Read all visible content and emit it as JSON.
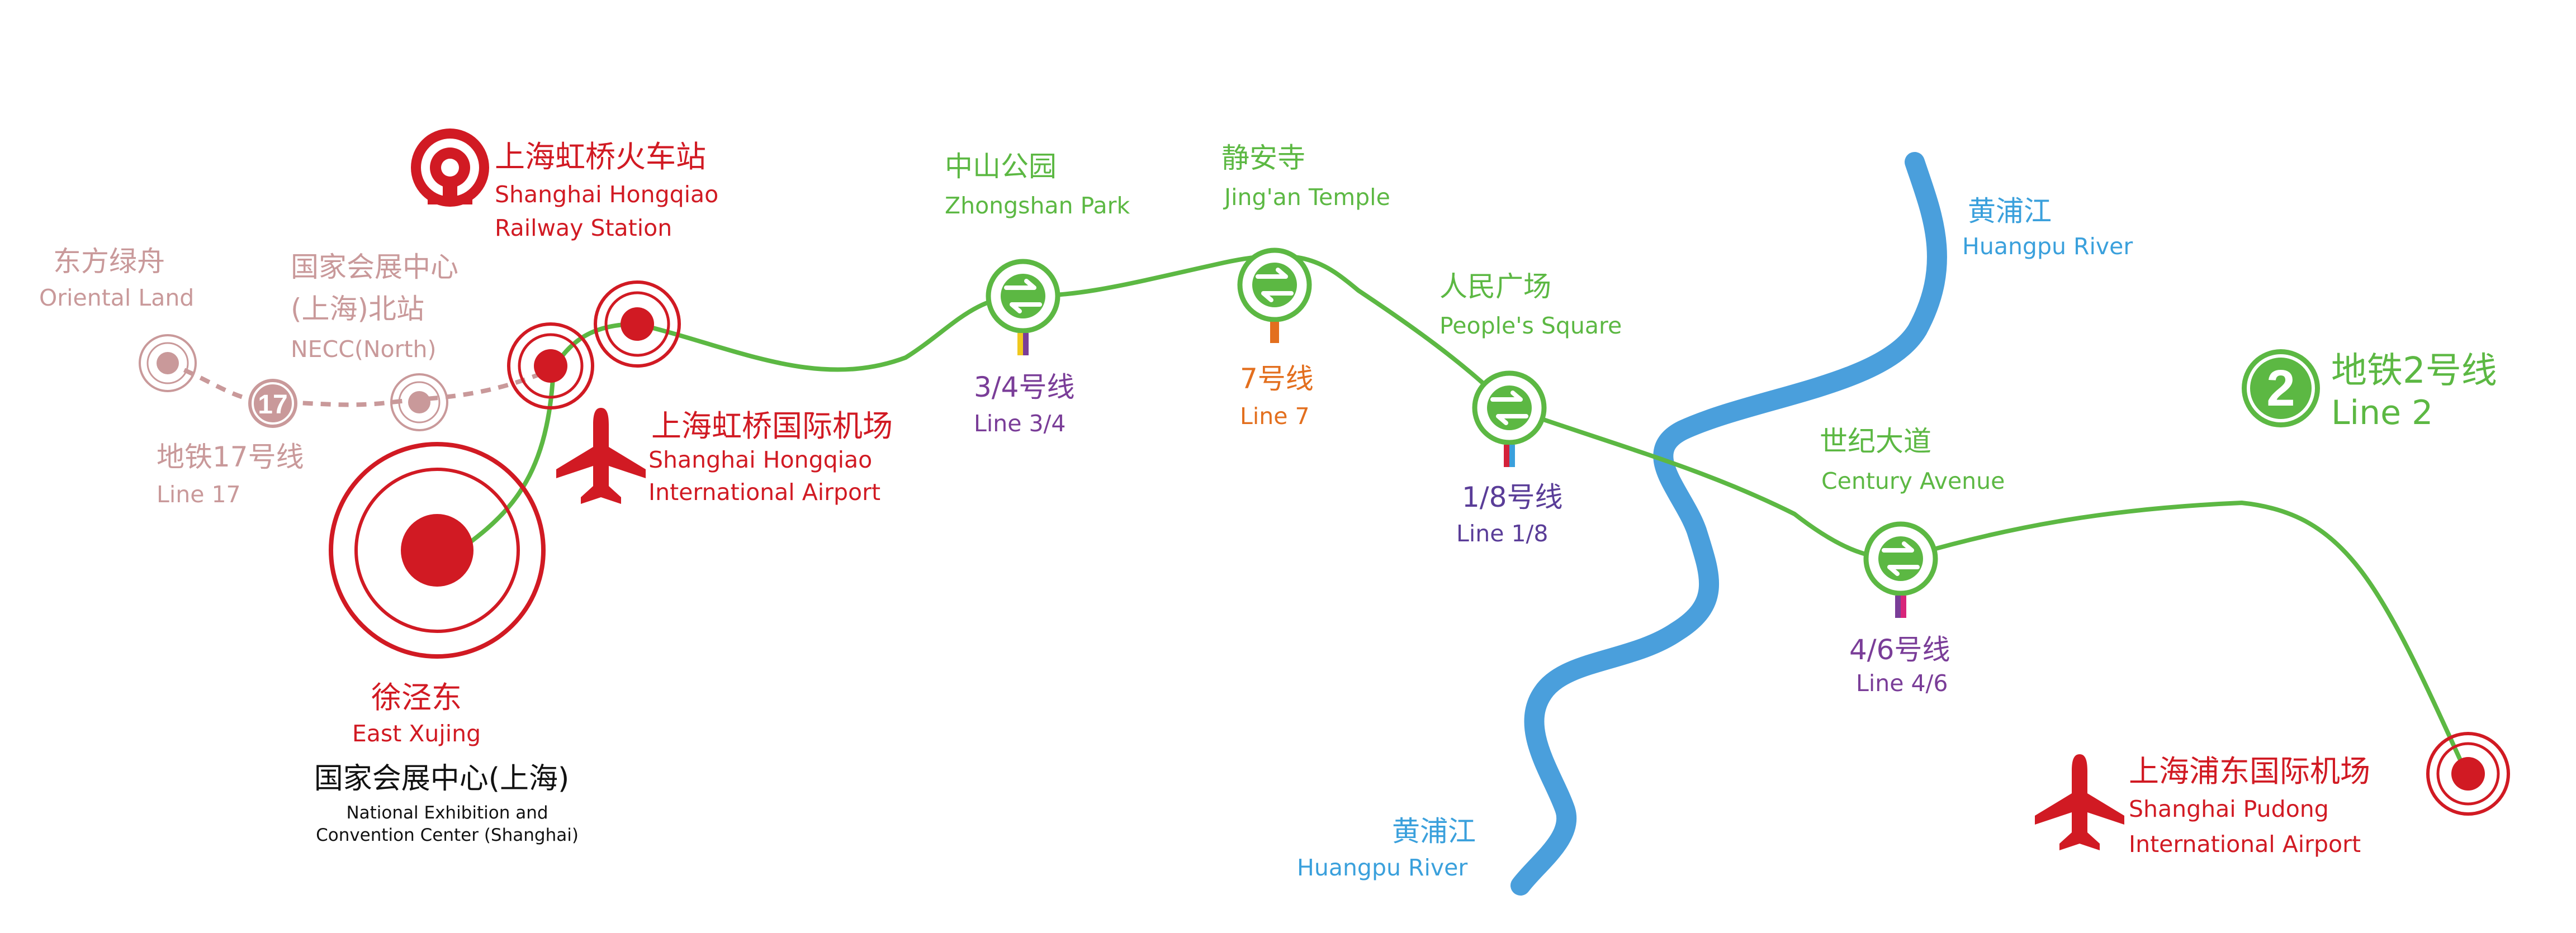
{
  "legend": {
    "line_number": "2",
    "name_zh": "地铁2号线",
    "name_en": "Line 2",
    "color": "#5cb843"
  },
  "rivers": [
    {
      "name_zh": "黄浦江",
      "name_en": "Huangpu River"
    },
    {
      "name_zh": "黄浦江",
      "name_en": "Huangpu River"
    }
  ],
  "line17": {
    "number": "17",
    "name_zh": "地铁17号线",
    "name_en": "Line 17",
    "color": "#c9999a"
  },
  "stations": {
    "oriental_land": {
      "name_zh": "东方绿舟",
      "name_en": "Oriental Land"
    },
    "necc_north": {
      "name_zh": "国家会展中心",
      "name_zh2": "(上海)北站",
      "name_en": "NECC(North)"
    },
    "hongqiao_railway": {
      "name_zh": "上海虹桥火车站",
      "name_en": "Shanghai Hongqiao",
      "name_en2": "Railway Station"
    },
    "hongqiao_airport": {
      "name_zh": "上海虹桥国际机场",
      "name_en": "Shanghai Hongqiao",
      "name_en2": "International Airport"
    },
    "east_xujing": {
      "name_zh": "徐泾东",
      "name_en": "East Xujing",
      "extra_zh": "国家会展中心(上海)",
      "extra_en": "National Exhibition and",
      "extra_en2": "Convention Center (Shanghai)"
    },
    "zhongshan_park": {
      "name_zh": "中山公园",
      "name_en": "Zhongshan Park",
      "transfer_zh": "3/4号线",
      "transfer_en": "Line 3/4"
    },
    "jingan_temple": {
      "name_zh": "静安寺",
      "name_en": "Jing'an Temple",
      "transfer_zh": "7号线",
      "transfer_en": "Line 7"
    },
    "peoples_square": {
      "name_zh": "人民广场",
      "name_en": "People's Square",
      "transfer_zh": "1/8号线",
      "transfer_en": "Line 1/8"
    },
    "century_avenue": {
      "name_zh": "世纪大道",
      "name_en": "Century Avenue",
      "transfer_zh": "4/6号线",
      "transfer_en": "Line 4/6"
    },
    "pudong_airport": {
      "name_zh": "上海浦东国际机场",
      "name_en": "Shanghai Pudong",
      "name_en2": "International Airport"
    }
  },
  "colors": {
    "line2": "#5cb843",
    "hub_red": "#d11a23",
    "river": "#4a9fdc",
    "line17": "#c9999a",
    "line7": "#e36f1e",
    "line3": "#f0c81e",
    "line4": "#7a3d98",
    "line1": "#d3213a",
    "line8": "#3aa0dc",
    "line6": "#d8257a"
  }
}
